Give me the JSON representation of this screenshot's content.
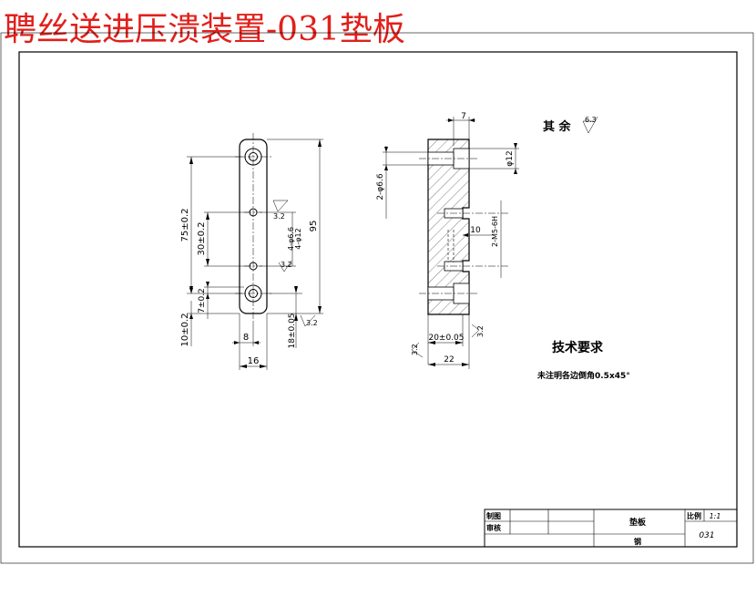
{
  "title": "聘丝送进压溃装置-031垫板",
  "front_view": {
    "dims": {
      "d1": "75±0.2",
      "d2": "30±0.2",
      "d3": "7±0.2",
      "d4": "10±0.2",
      "d5": "8",
      "d6": "16",
      "d7": "95",
      "d8": "4-φ6.6",
      "d9": "4-φ12",
      "d10": "18±0.05"
    },
    "roughness": [
      "3.2",
      "3.2",
      "3.2"
    ]
  },
  "side_view": {
    "dims": {
      "s1": "7",
      "s2": "φ12",
      "s3": "2-φ6.6",
      "s4": "10",
      "s5": "2-M5-6H",
      "s6": "20±0.05",
      "s7": "22"
    },
    "roughness": [
      "3.2",
      "3.2"
    ]
  },
  "rest_roughness": {
    "label": "其 余",
    "value": "6.3"
  },
  "tech": {
    "heading": "技术要求",
    "note": "未注明各边倒角0.5x45°"
  },
  "title_block": {
    "drawn_label": "制图",
    "check_label": "审核",
    "part_name": "垫板",
    "material": "钢",
    "scale_label": "比例",
    "scale_value": "1:1",
    "drawing_no": "031"
  }
}
